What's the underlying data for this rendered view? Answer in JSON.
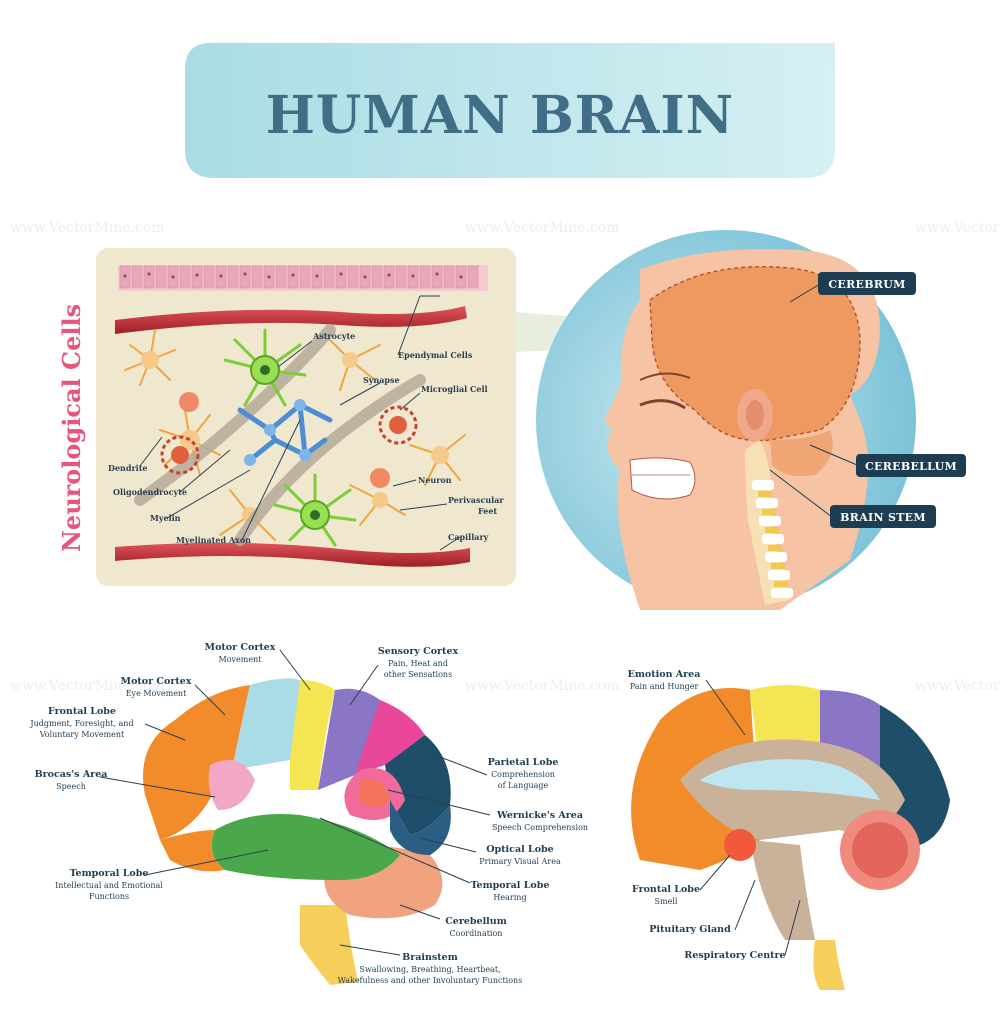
{
  "title": "HUMAN BRAIN",
  "watermark": "www.VectorMine.com",
  "side_title": "Neurological Cells",
  "cells": {
    "astrocyte": "Astrocyte",
    "ependymal": "Ependymal Cells",
    "synapse": "Synapse",
    "microglial": "Microglial Cell",
    "dendrite": "Dendrite",
    "oligodendrocyte": "Oligodendrocyte",
    "neuron": "Neuron",
    "perivascular1": "Perivascular",
    "perivascular2": "Feet",
    "myelin": "Myelin",
    "myelinated_axon": "Myelinated Axon",
    "capillary": "Capillary"
  },
  "head": {
    "cerebrum": "CEREBRUM",
    "cerebellum": "CEREBELLUM",
    "brain_stem": "BRAIN STEM"
  },
  "left_brain": {
    "motor_cortex_1": {
      "name": "Motor Cortex",
      "desc": "Movement"
    },
    "sensory_cortex": {
      "name": "Sensory Cortex",
      "desc1": "Pain, Heat and",
      "desc2": "other Sensations"
    },
    "motor_cortex_2": {
      "name": "Motor Cortex",
      "desc": "Eye Movement"
    },
    "frontal_lobe": {
      "name": "Frontal Lobe",
      "desc1": "Judgment, Foresight, and",
      "desc2": "Voluntary Movement"
    },
    "parietal_lobe": {
      "name": "Parietal Lobe",
      "desc1": "Comprehension",
      "desc2": "of Language"
    },
    "brocas_area": {
      "name": "Brocas's Area",
      "desc": "Speech"
    },
    "wernickes_area": {
      "name": "Wernicke's Area",
      "desc": "Speech Comprehension"
    },
    "optical_lobe": {
      "name": "Optical Lobe",
      "desc": "Primary Visual Area"
    },
    "temporal_lobe_left": {
      "name": "Temporal Lobe",
      "desc1": "Intellectual and Emotional",
      "desc2": "Functions"
    },
    "temporal_lobe_right": {
      "name": "Temporal Lobe",
      "desc": "Hearing"
    },
    "cerebellum": {
      "name": "Cerebellum",
      "desc": "Coordination"
    },
    "brainstem": {
      "name": "Brainstem",
      "desc1": "Swallowing, Breathing, Heartbeat,",
      "desc2": "Wakefulness and other Involuntary Functions"
    }
  },
  "right_brain": {
    "emotion_area": {
      "name": "Emotion Area",
      "desc": "Pain and Hunger"
    },
    "frontal_lobe": {
      "name": "Frontal Lobe",
      "desc": "Smell"
    },
    "pituitary_gland": {
      "name": "Pituitary Gland"
    },
    "respiratory_centre": {
      "name": "Respiratory Centre"
    }
  },
  "colors": {
    "title_banner": "#bfe6ec",
    "title_text": "#3f6e86",
    "side_title": "#e8557a",
    "badge": "#1d3d52",
    "panel": "#efe8cf",
    "capillary": "#c0282e"
  }
}
